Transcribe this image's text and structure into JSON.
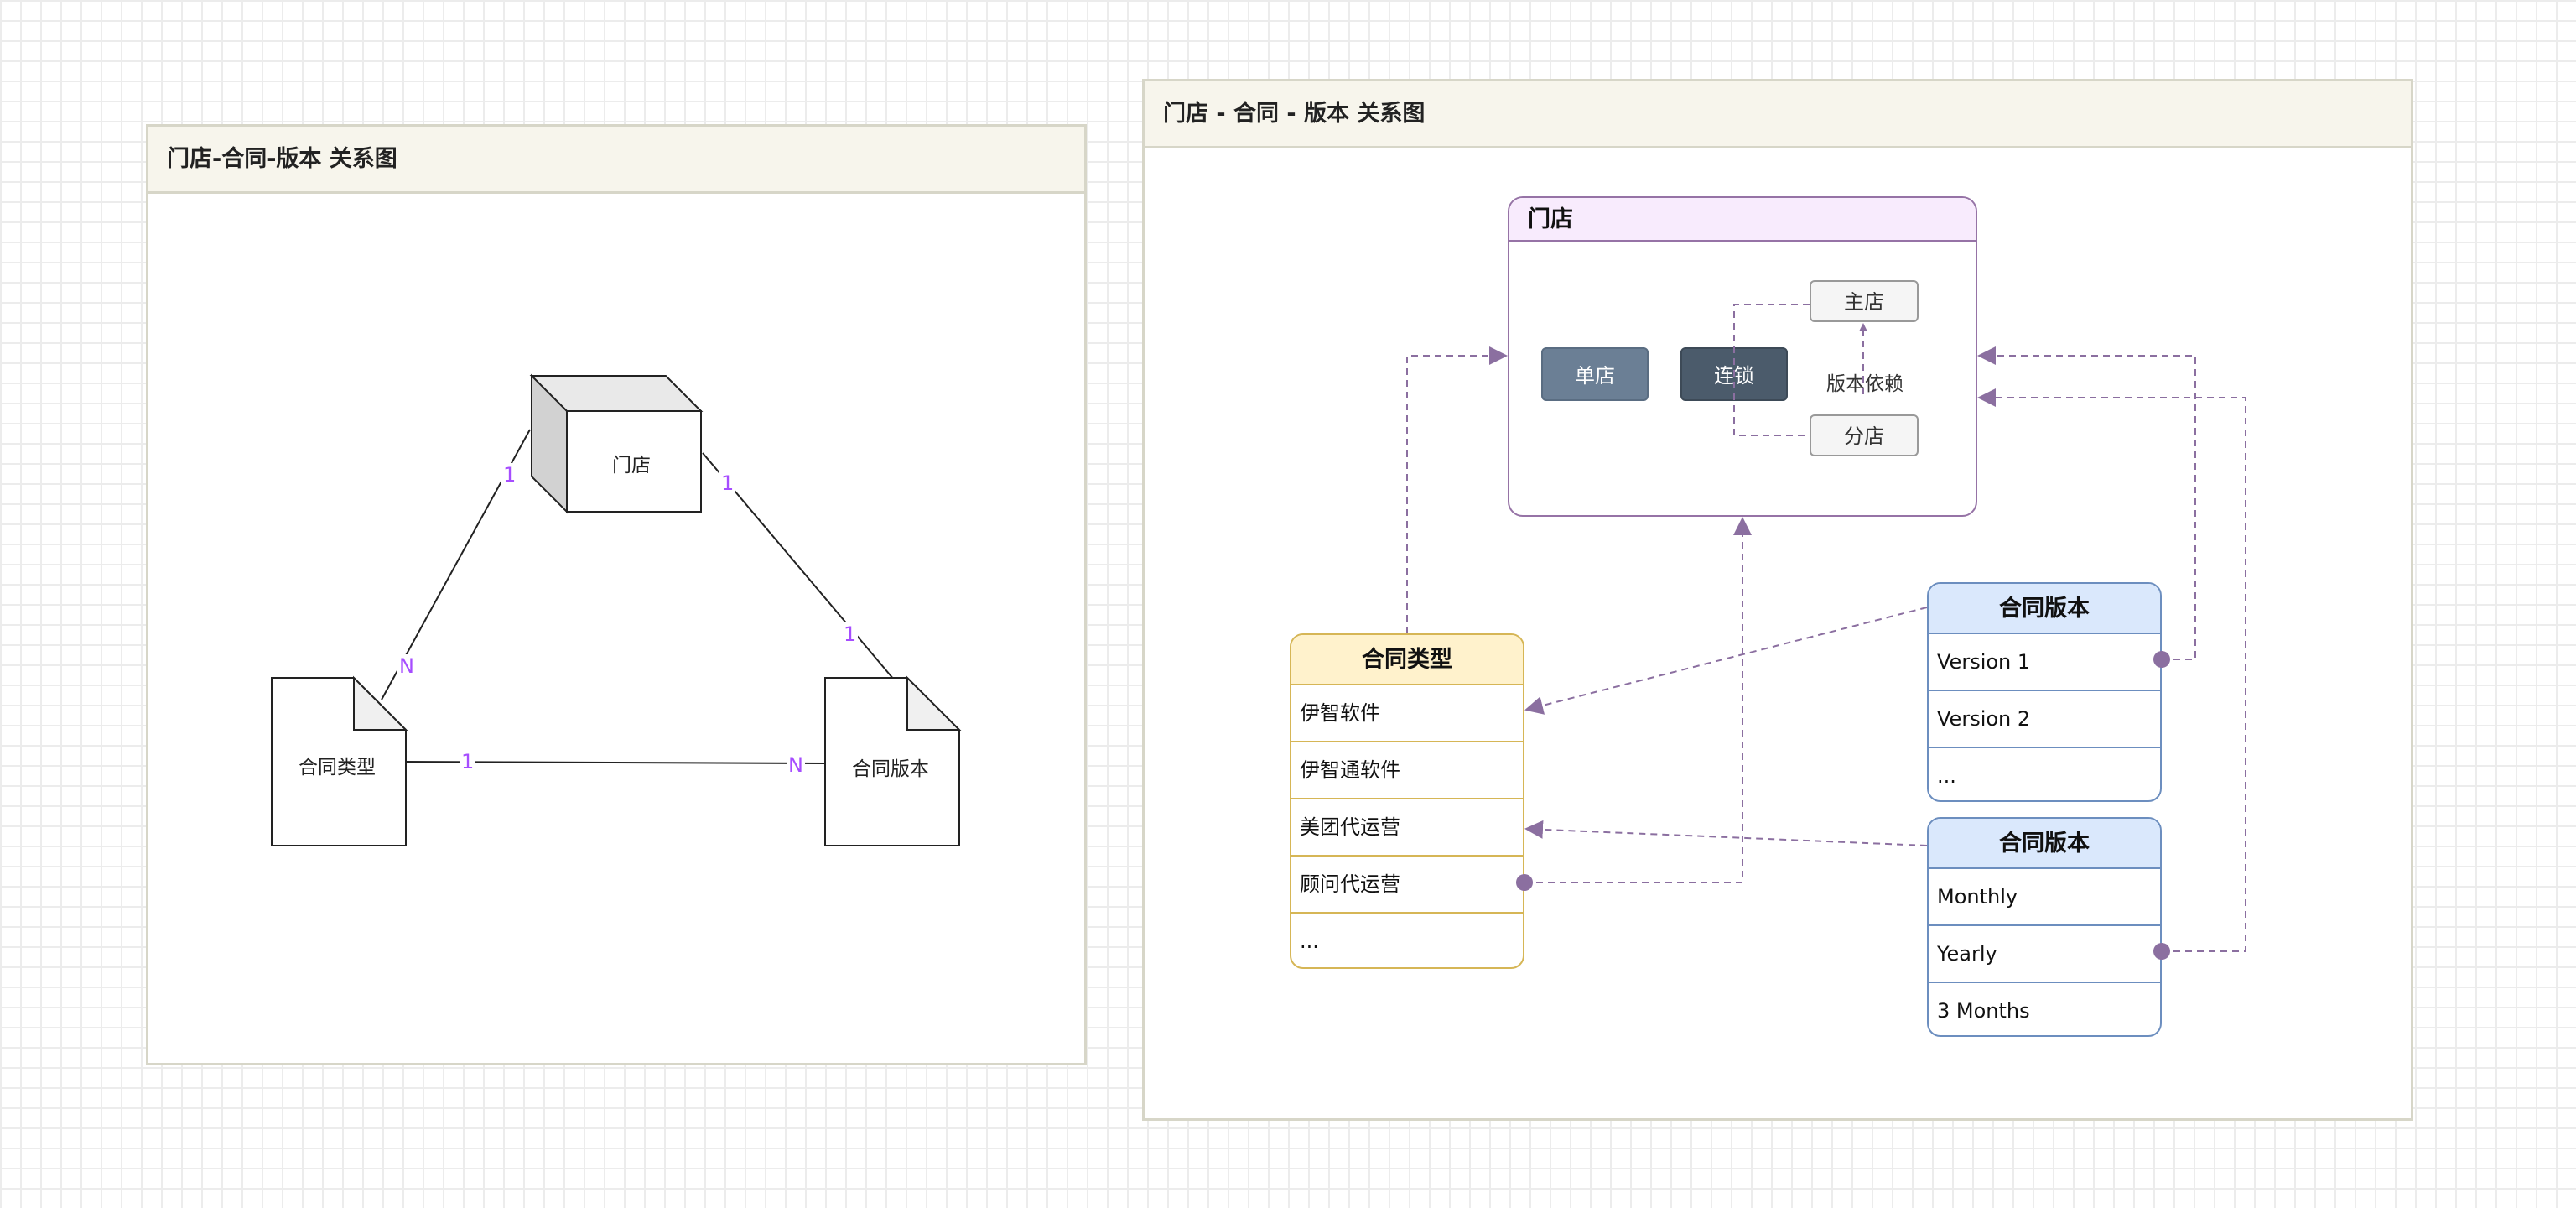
{
  "left_panel": {
    "title": "门店-合同-版本 关系图",
    "store": "门店",
    "contract_type": "合同类型",
    "contract_version": "合同版本",
    "card_store_type_store": "1",
    "card_store_type_type": "N",
    "card_store_version_store": "1",
    "card_store_version_version": "1",
    "card_type_version_type": "1",
    "card_type_version_version": "N"
  },
  "right_panel": {
    "title": "门店 - 合同 - 版本 关系图",
    "store_box": {
      "title": "门店",
      "single": "单店",
      "chain": "连锁",
      "main_store": "主店",
      "branch_store": "分店",
      "dependency_label": "版本依赖"
    },
    "contract_types": {
      "title": "合同类型",
      "rows": [
        "伊智软件",
        "伊智通软件",
        "美团代运营",
        "顾问代运营",
        "..."
      ]
    },
    "versions": {
      "title": "合同版本",
      "rows": [
        "Version 1",
        "Version 2",
        "..."
      ]
    },
    "periods": {
      "title": "合同版本",
      "rows": [
        "Monthly",
        "Yearly",
        "3 Months"
      ]
    }
  },
  "colors": {
    "purple_border": "#9673a6",
    "purple_fill": "#f8ebfd",
    "yellow_border": "#d6b656",
    "yellow_fill": "#fff2cc",
    "blue_border": "#6c8ebf",
    "blue_fill": "#dae8fc",
    "cardinality": "#a64dff"
  }
}
